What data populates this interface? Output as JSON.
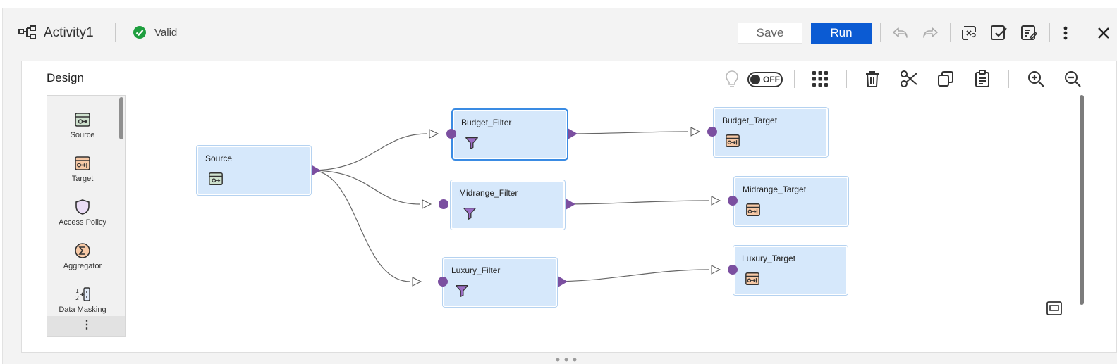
{
  "header": {
    "title": "Activity1",
    "status": "Valid",
    "save_label": "Save",
    "run_label": "Run",
    "icons": [
      "mapping-icon",
      "valid-check-icon",
      "undo-icon",
      "redo-icon",
      "clear-icon",
      "validate-icon",
      "properties-icon",
      "more-vertical-icon",
      "close-icon"
    ]
  },
  "panel": {
    "title": "Design",
    "toggle_label": "OFF",
    "toolbar_icons": [
      "lightbulb-icon",
      "grid-icon",
      "delete-icon",
      "cut-icon",
      "copy-icon",
      "paste-icon",
      "zoom-in-icon",
      "zoom-out-icon"
    ]
  },
  "palette": {
    "items": [
      {
        "label": "Source",
        "icon": "source-icon"
      },
      {
        "label": "Target",
        "icon": "target-icon"
      },
      {
        "label": "Access Policy",
        "icon": "shield-icon"
      },
      {
        "label": "Aggregator",
        "icon": "sigma-icon"
      },
      {
        "label": "Data Masking",
        "icon": "masking-icon"
      }
    ],
    "more_label": "⋮"
  },
  "canvas": {
    "nodes": [
      {
        "label": "Source",
        "type": "source"
      },
      {
        "label": "Budget_Filter",
        "type": "filter",
        "selected": true
      },
      {
        "label": "Midrange_Filter",
        "type": "filter"
      },
      {
        "label": "Luxury_Filter",
        "type": "filter"
      },
      {
        "label": "Budget_Target",
        "type": "target"
      },
      {
        "label": "Midrange_Target",
        "type": "target"
      },
      {
        "label": "Luxury_Target",
        "type": "target"
      }
    ],
    "links": [
      [
        "Source",
        "Budget_Filter"
      ],
      [
        "Source",
        "Midrange_Filter"
      ],
      [
        "Source",
        "Luxury_Filter"
      ],
      [
        "Budget_Filter",
        "Budget_Target"
      ],
      [
        "Midrange_Filter",
        "Midrange_Target"
      ],
      [
        "Luxury_Filter",
        "Luxury_Target"
      ]
    ]
  },
  "colors": {
    "accent": "#0b5bd3",
    "valid": "#1e9e3e",
    "node_fill": "#d6e8fb",
    "port": "#7b4fa0"
  }
}
